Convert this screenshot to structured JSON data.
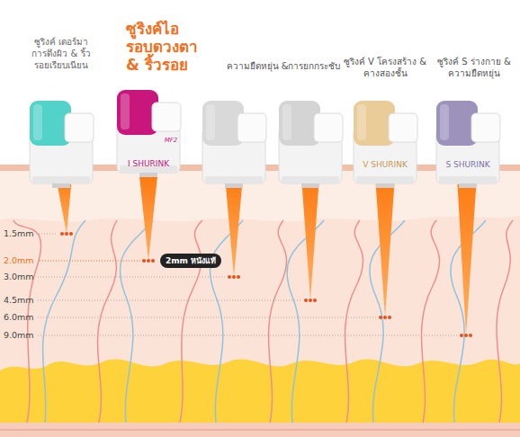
{
  "diagram": {
    "nodes": [
      {
        "text": [
          "ซูริงค์ไอ รอบดวงตา & ริ้วรอย",
          "MF2",
          "I SHURINK"
        ]
      },
      {
        "text": [
          "ซูริงค์ V โครงสร้าง & คางสองชั้น",
          "V SHURINK"
        ]
      },
      {
        "text": [
          "ซูริงค์ S ร่างกาย & ความยืดหยุ่น",
          "S SHURINK"
        ]
      },
      {
        "text": [
          "2mm หนังแท้"
        ]
      }
    ],
    "labels": [
      "ซูริงค์ เดอร์มา การดึงผิว & ริ้วรอยเรียบเนียน",
      "ความยืดหยุ่น &การยกกระชับ",
      "1.5mm",
      "2.0mm",
      "3.0mm",
      "4.5mm",
      "6.0mm",
      "9.0mm"
    ]
  }
}
